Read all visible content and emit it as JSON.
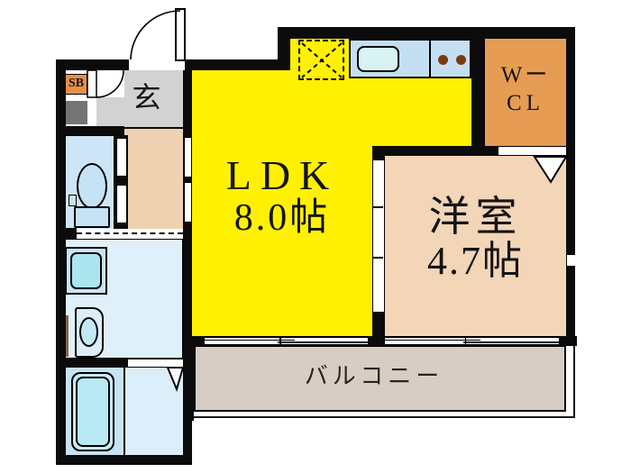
{
  "plan": {
    "ldk": {
      "name": "LDK",
      "area": "8.0帖"
    },
    "western_room": {
      "name": "洋室",
      "area": "4.7帖"
    },
    "walk_in_closet": {
      "line1": "Wー",
      "line2": "CL"
    },
    "entrance": {
      "name": "玄"
    },
    "shoe_box": {
      "name": "SB"
    },
    "balcony": {
      "name": "バルコニー"
    }
  },
  "colors": {
    "wall_black": "#0b0b0b",
    "ldk_yellow": "#fff101",
    "bedroom_tan": "#f3d5b8",
    "hallway_tan": "#f0d2b2",
    "closet_orange": "#e79c54",
    "shoebox_orange": "#e78f46",
    "entrance_gray": "#d2d2d2",
    "meter_gray": "#747474",
    "balcony_gray": "#d7cdc5",
    "toilet_blue": "#cde6f7",
    "washroom_blue": "#e0f0fa",
    "bath_blue": "#c7e3f5",
    "counter_blue": "#c4dff2",
    "tub_cyan": "#bdebf4",
    "burner_brown": "#7a3b12"
  }
}
